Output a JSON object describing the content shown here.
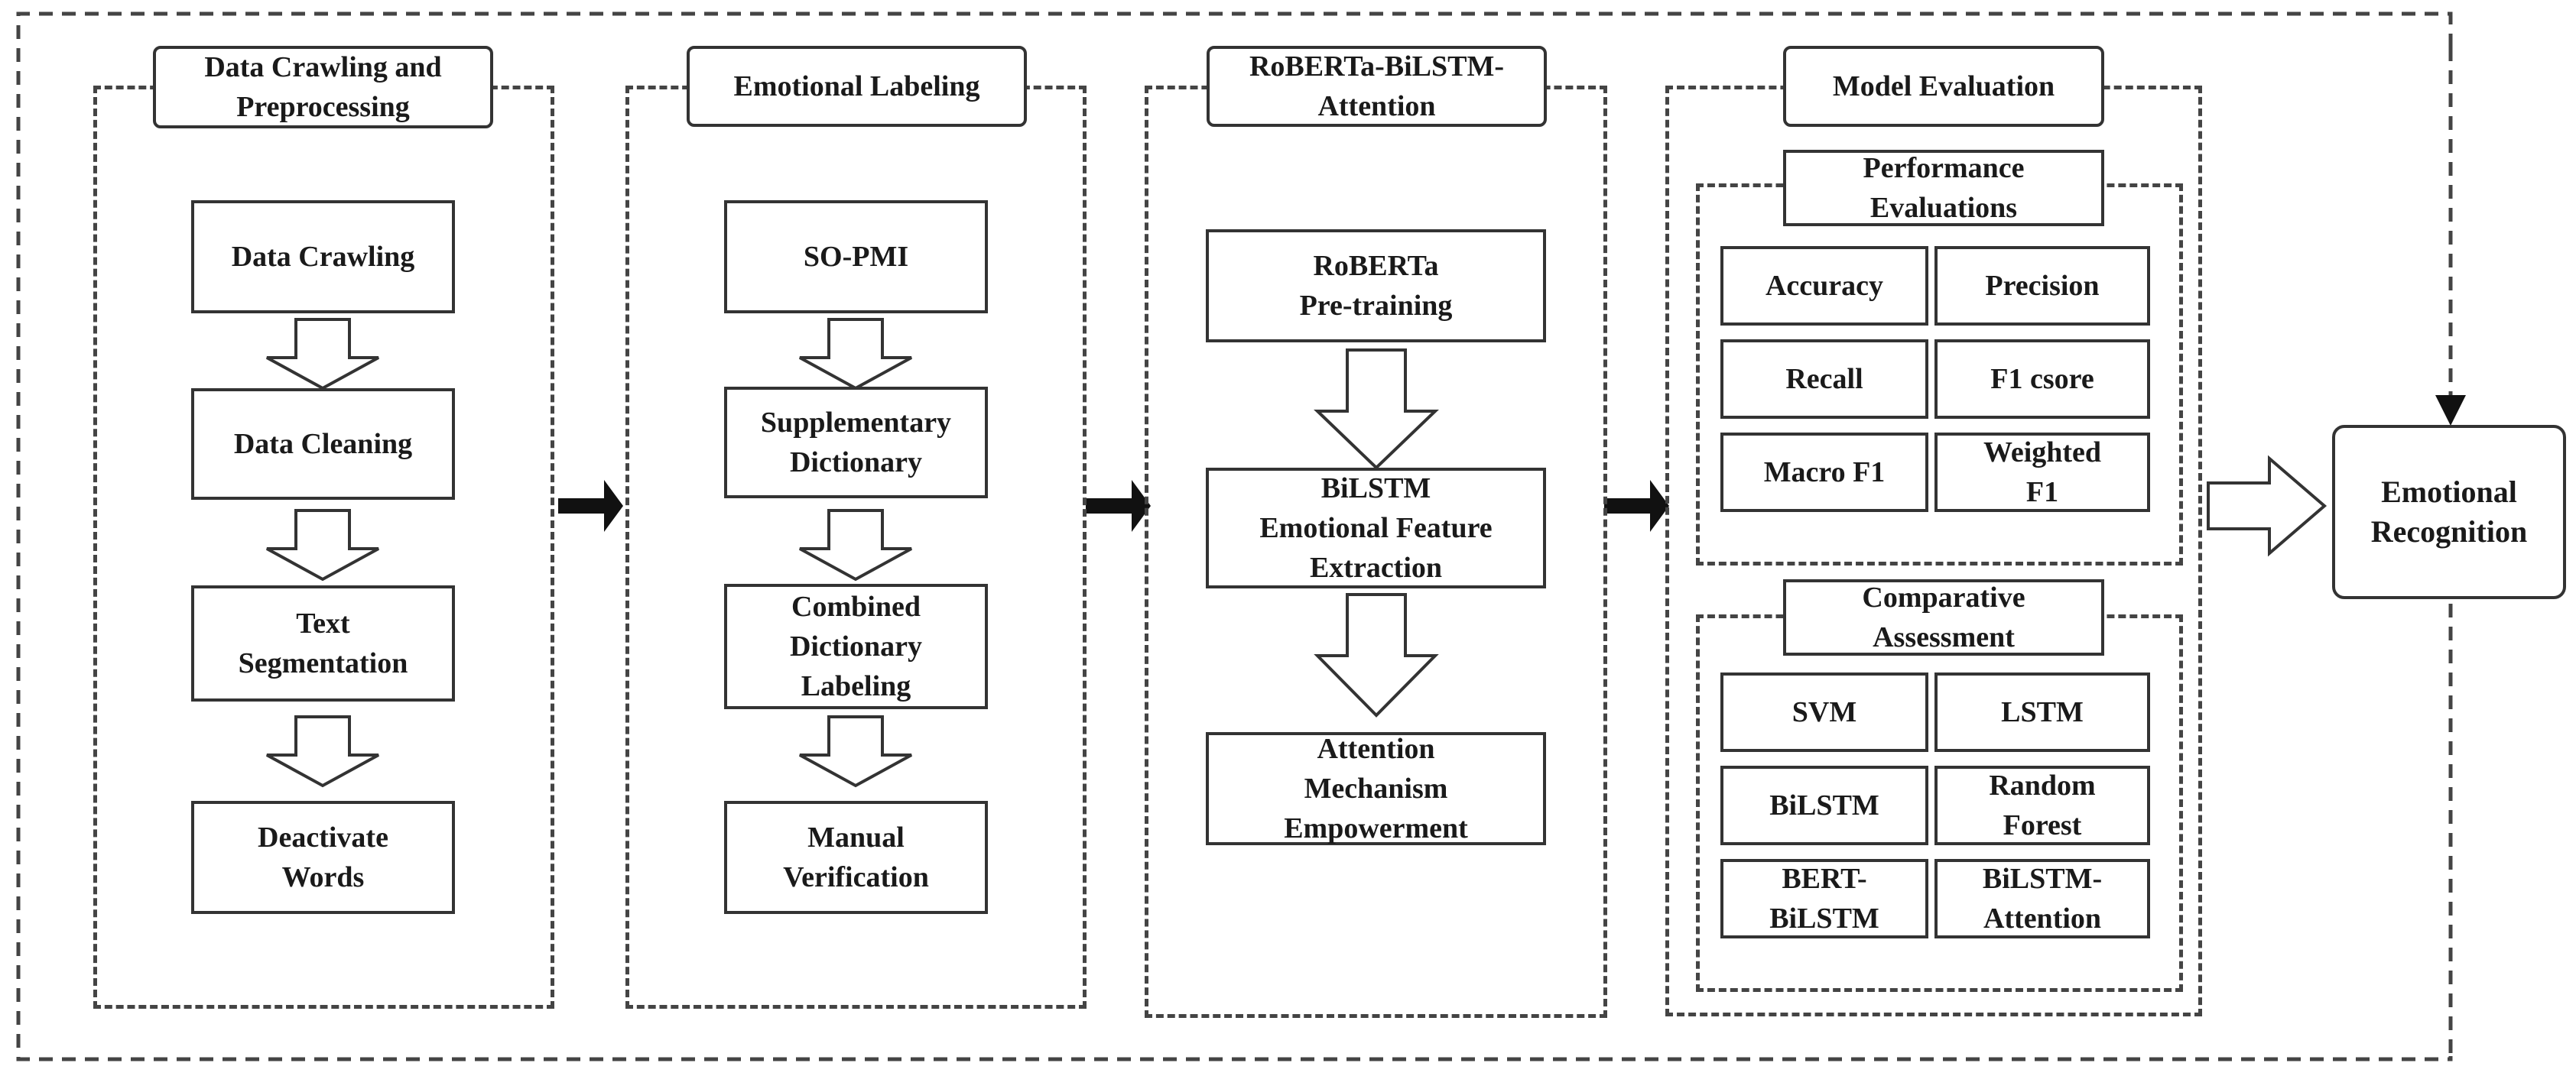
{
  "stages": [
    {
      "title": "Data Crawling and\nPreprocessing",
      "steps": [
        "Data Crawling",
        "Data Cleaning",
        "Text\nSegmentation",
        "Deactivate\nWords"
      ]
    },
    {
      "title": "Emotional Labeling",
      "steps": [
        "SO-PMI",
        "Supplementary\nDictionary",
        "Combined\nDictionary\nLabeling",
        "Manual\nVerification"
      ]
    },
    {
      "title": "RoBERTa-BiLSTM-\nAttention",
      "steps": [
        "RoBERTa\nPre-training",
        "BiLSTM\nEmotional Feature\nExtraction",
        "Attention\nMechanism\nEmpowerment"
      ]
    },
    {
      "title": "Model Evaluation",
      "groups": [
        {
          "title": "Performance\nEvaluations",
          "items": [
            "Accuracy",
            "Precision",
            "Recall",
            "F1 csore",
            "Macro F1",
            "Weighted\nF1"
          ]
        },
        {
          "title": "Comparative\nAssessment",
          "items": [
            "SVM",
            "LSTM",
            "BiLSTM",
            "Random\nForest",
            "BERT-\nBiLSTM",
            "BiLSTM-\nAttention"
          ]
        }
      ]
    }
  ],
  "output": "Emotional\nRecognition"
}
